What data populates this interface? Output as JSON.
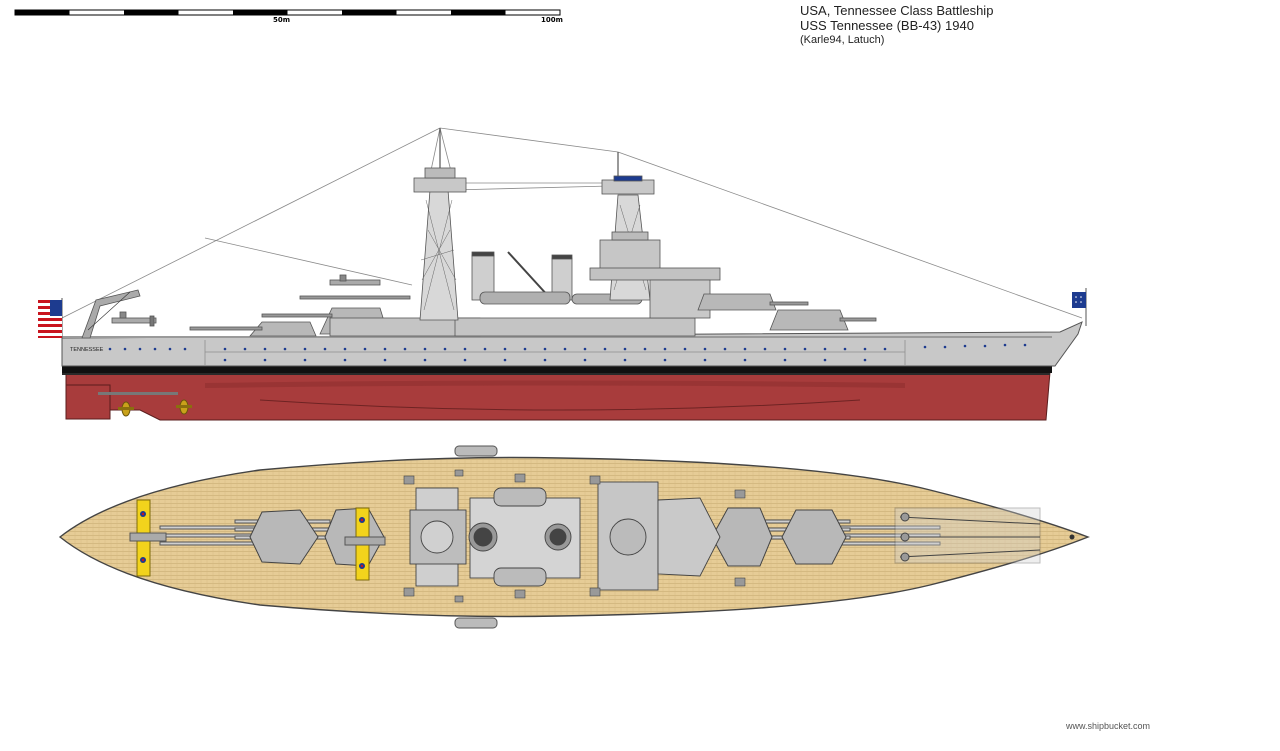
{
  "header": {
    "line1": "USA, Tennessee Class Battleship",
    "line2": "USS Tennessee (BB-43) 1940",
    "line3": "(Karle94, Latuch)"
  },
  "scale_bar": {
    "mid_label": "50m",
    "end_label": "100m"
  },
  "hull_name": "TENNESSEE",
  "watermark": "www.shipbucket.com",
  "colors": {
    "hull_grey": "#c8c8c8",
    "red_waterline": "#a83c3c",
    "boot_top": "#111111",
    "deck_wood": "#e6cc96",
    "aircraft_yellow": "#f2d31c",
    "flag_blue": "#1d3b8f",
    "flag_red": "#c9141e"
  },
  "icons": [
    "us-flag-icon",
    "us-jack-icon",
    "roundel-icon"
  ]
}
